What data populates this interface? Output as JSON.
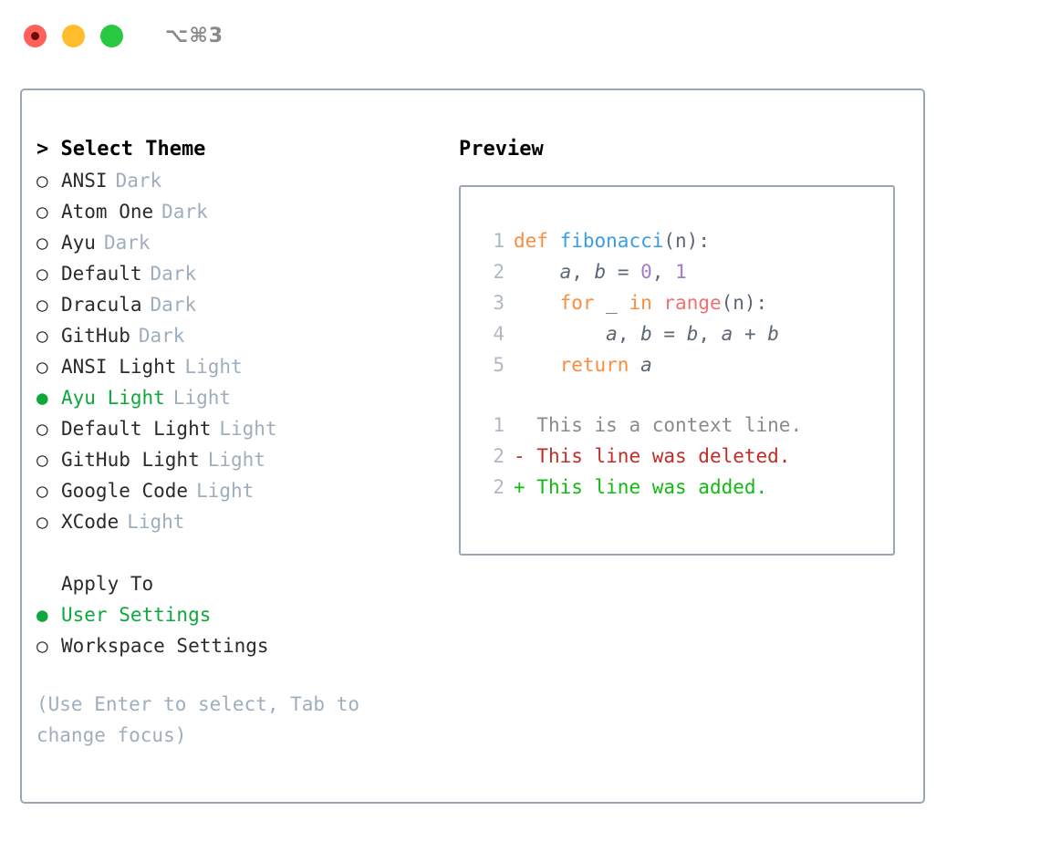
{
  "titlebar": {
    "shortcut": "⌥⌘3",
    "lights": [
      {
        "name": "close-button",
        "color": "#FF6059"
      },
      {
        "name": "minimize-button",
        "color": "#FFBD2E"
      },
      {
        "name": "maximize-button",
        "color": "#28C840"
      }
    ]
  },
  "theme_picker": {
    "header": "> Select Theme",
    "bullet_selected": "●",
    "bullet_unselected": "○",
    "items": [
      {
        "bullet": "○",
        "label": "ANSI",
        "tag": "Dark",
        "selected": false
      },
      {
        "bullet": "○",
        "label": "Atom One",
        "tag": "Dark",
        "selected": false
      },
      {
        "bullet": "○",
        "label": "Ayu",
        "tag": "Dark",
        "selected": false
      },
      {
        "bullet": "○",
        "label": "Default",
        "tag": "Dark",
        "selected": false
      },
      {
        "bullet": "○",
        "label": "Dracula",
        "tag": "Dark",
        "selected": false
      },
      {
        "bullet": "○",
        "label": "GitHub",
        "tag": "Dark",
        "selected": false
      },
      {
        "bullet": "○",
        "label": "ANSI Light",
        "tag": "Light",
        "selected": false
      },
      {
        "bullet": "●",
        "label": "Ayu Light",
        "tag": "Light",
        "selected": true
      },
      {
        "bullet": "○",
        "label": "Default Light",
        "tag": "Light",
        "selected": false
      },
      {
        "bullet": "○",
        "label": "GitHub Light",
        "tag": "Light",
        "selected": false
      },
      {
        "bullet": "○",
        "label": "Google Code",
        "tag": "Light",
        "selected": false
      },
      {
        "bullet": "○",
        "label": "XCode",
        "tag": "Light",
        "selected": false
      }
    ]
  },
  "apply_to": {
    "header": "Apply To",
    "items": [
      {
        "bullet": "●",
        "label": "User Settings",
        "selected": true
      },
      {
        "bullet": "○",
        "label": "Workspace Settings",
        "selected": false
      }
    ]
  },
  "hint": "(Use Enter to select, Tab to change focus)",
  "preview": {
    "title": "Preview",
    "code_lines": [
      {
        "ln": "1",
        "tokens": [
          {
            "t": "def",
            "c": "t-kw"
          },
          {
            "t": " ",
            "c": "t-punc"
          },
          {
            "t": "fibonacci",
            "c": "t-fn"
          },
          {
            "t": "(n):",
            "c": "t-punc"
          }
        ]
      },
      {
        "ln": "2",
        "tokens": [
          {
            "t": "    ",
            "c": "t-punc"
          },
          {
            "t": "a",
            "c": "t-var"
          },
          {
            "t": ", ",
            "c": "t-punc"
          },
          {
            "t": "b",
            "c": "t-var"
          },
          {
            "t": " = ",
            "c": "t-punc"
          },
          {
            "t": "0",
            "c": "t-num"
          },
          {
            "t": ", ",
            "c": "t-punc"
          },
          {
            "t": "1",
            "c": "t-num"
          }
        ]
      },
      {
        "ln": "3",
        "tokens": [
          {
            "t": "    ",
            "c": "t-punc"
          },
          {
            "t": "for",
            "c": "t-kw"
          },
          {
            "t": " _ ",
            "c": "t-punc"
          },
          {
            "t": "in",
            "c": "t-kw"
          },
          {
            "t": " ",
            "c": "t-punc"
          },
          {
            "t": "range",
            "c": "t-bi"
          },
          {
            "t": "(n):",
            "c": "t-punc"
          }
        ]
      },
      {
        "ln": "4",
        "tokens": [
          {
            "t": "        ",
            "c": "t-punc"
          },
          {
            "t": "a",
            "c": "t-var"
          },
          {
            "t": ", ",
            "c": "t-punc"
          },
          {
            "t": "b",
            "c": "t-var"
          },
          {
            "t": " = ",
            "c": "t-punc"
          },
          {
            "t": "b",
            "c": "t-var"
          },
          {
            "t": ", ",
            "c": "t-punc"
          },
          {
            "t": "a",
            "c": "t-var"
          },
          {
            "t": " + ",
            "c": "t-punc"
          },
          {
            "t": "b",
            "c": "t-var"
          }
        ]
      },
      {
        "ln": "5",
        "tokens": [
          {
            "t": "    ",
            "c": "t-punc"
          },
          {
            "t": "return",
            "c": "t-kw"
          },
          {
            "t": " ",
            "c": "t-punc"
          },
          {
            "t": "a",
            "c": "t-var"
          }
        ]
      }
    ],
    "diff_lines": [
      {
        "ln": "1",
        "marker": "  ",
        "text": "This is a context line.",
        "kind": "context",
        "c": "t-ctx"
      },
      {
        "ln": "2",
        "marker": "- ",
        "text": "This line was deleted.",
        "kind": "deleted",
        "c": "t-del"
      },
      {
        "ln": "2",
        "marker": "+ ",
        "text": "This line was added.",
        "kind": "added",
        "c": "t-add"
      }
    ]
  },
  "colors": {
    "keyword": "#FA8D3E",
    "function": "#399EE6",
    "number": "#A37ACC",
    "builtin": "#F07171",
    "variable": "#5C6773",
    "line_number": "#AFB8C4",
    "selected_green": "#0DA83C",
    "muted": "#9FAEBE",
    "border": "#9BA6B5",
    "diff_deleted": "#C22C27",
    "diff_added": "#11BB11"
  }
}
